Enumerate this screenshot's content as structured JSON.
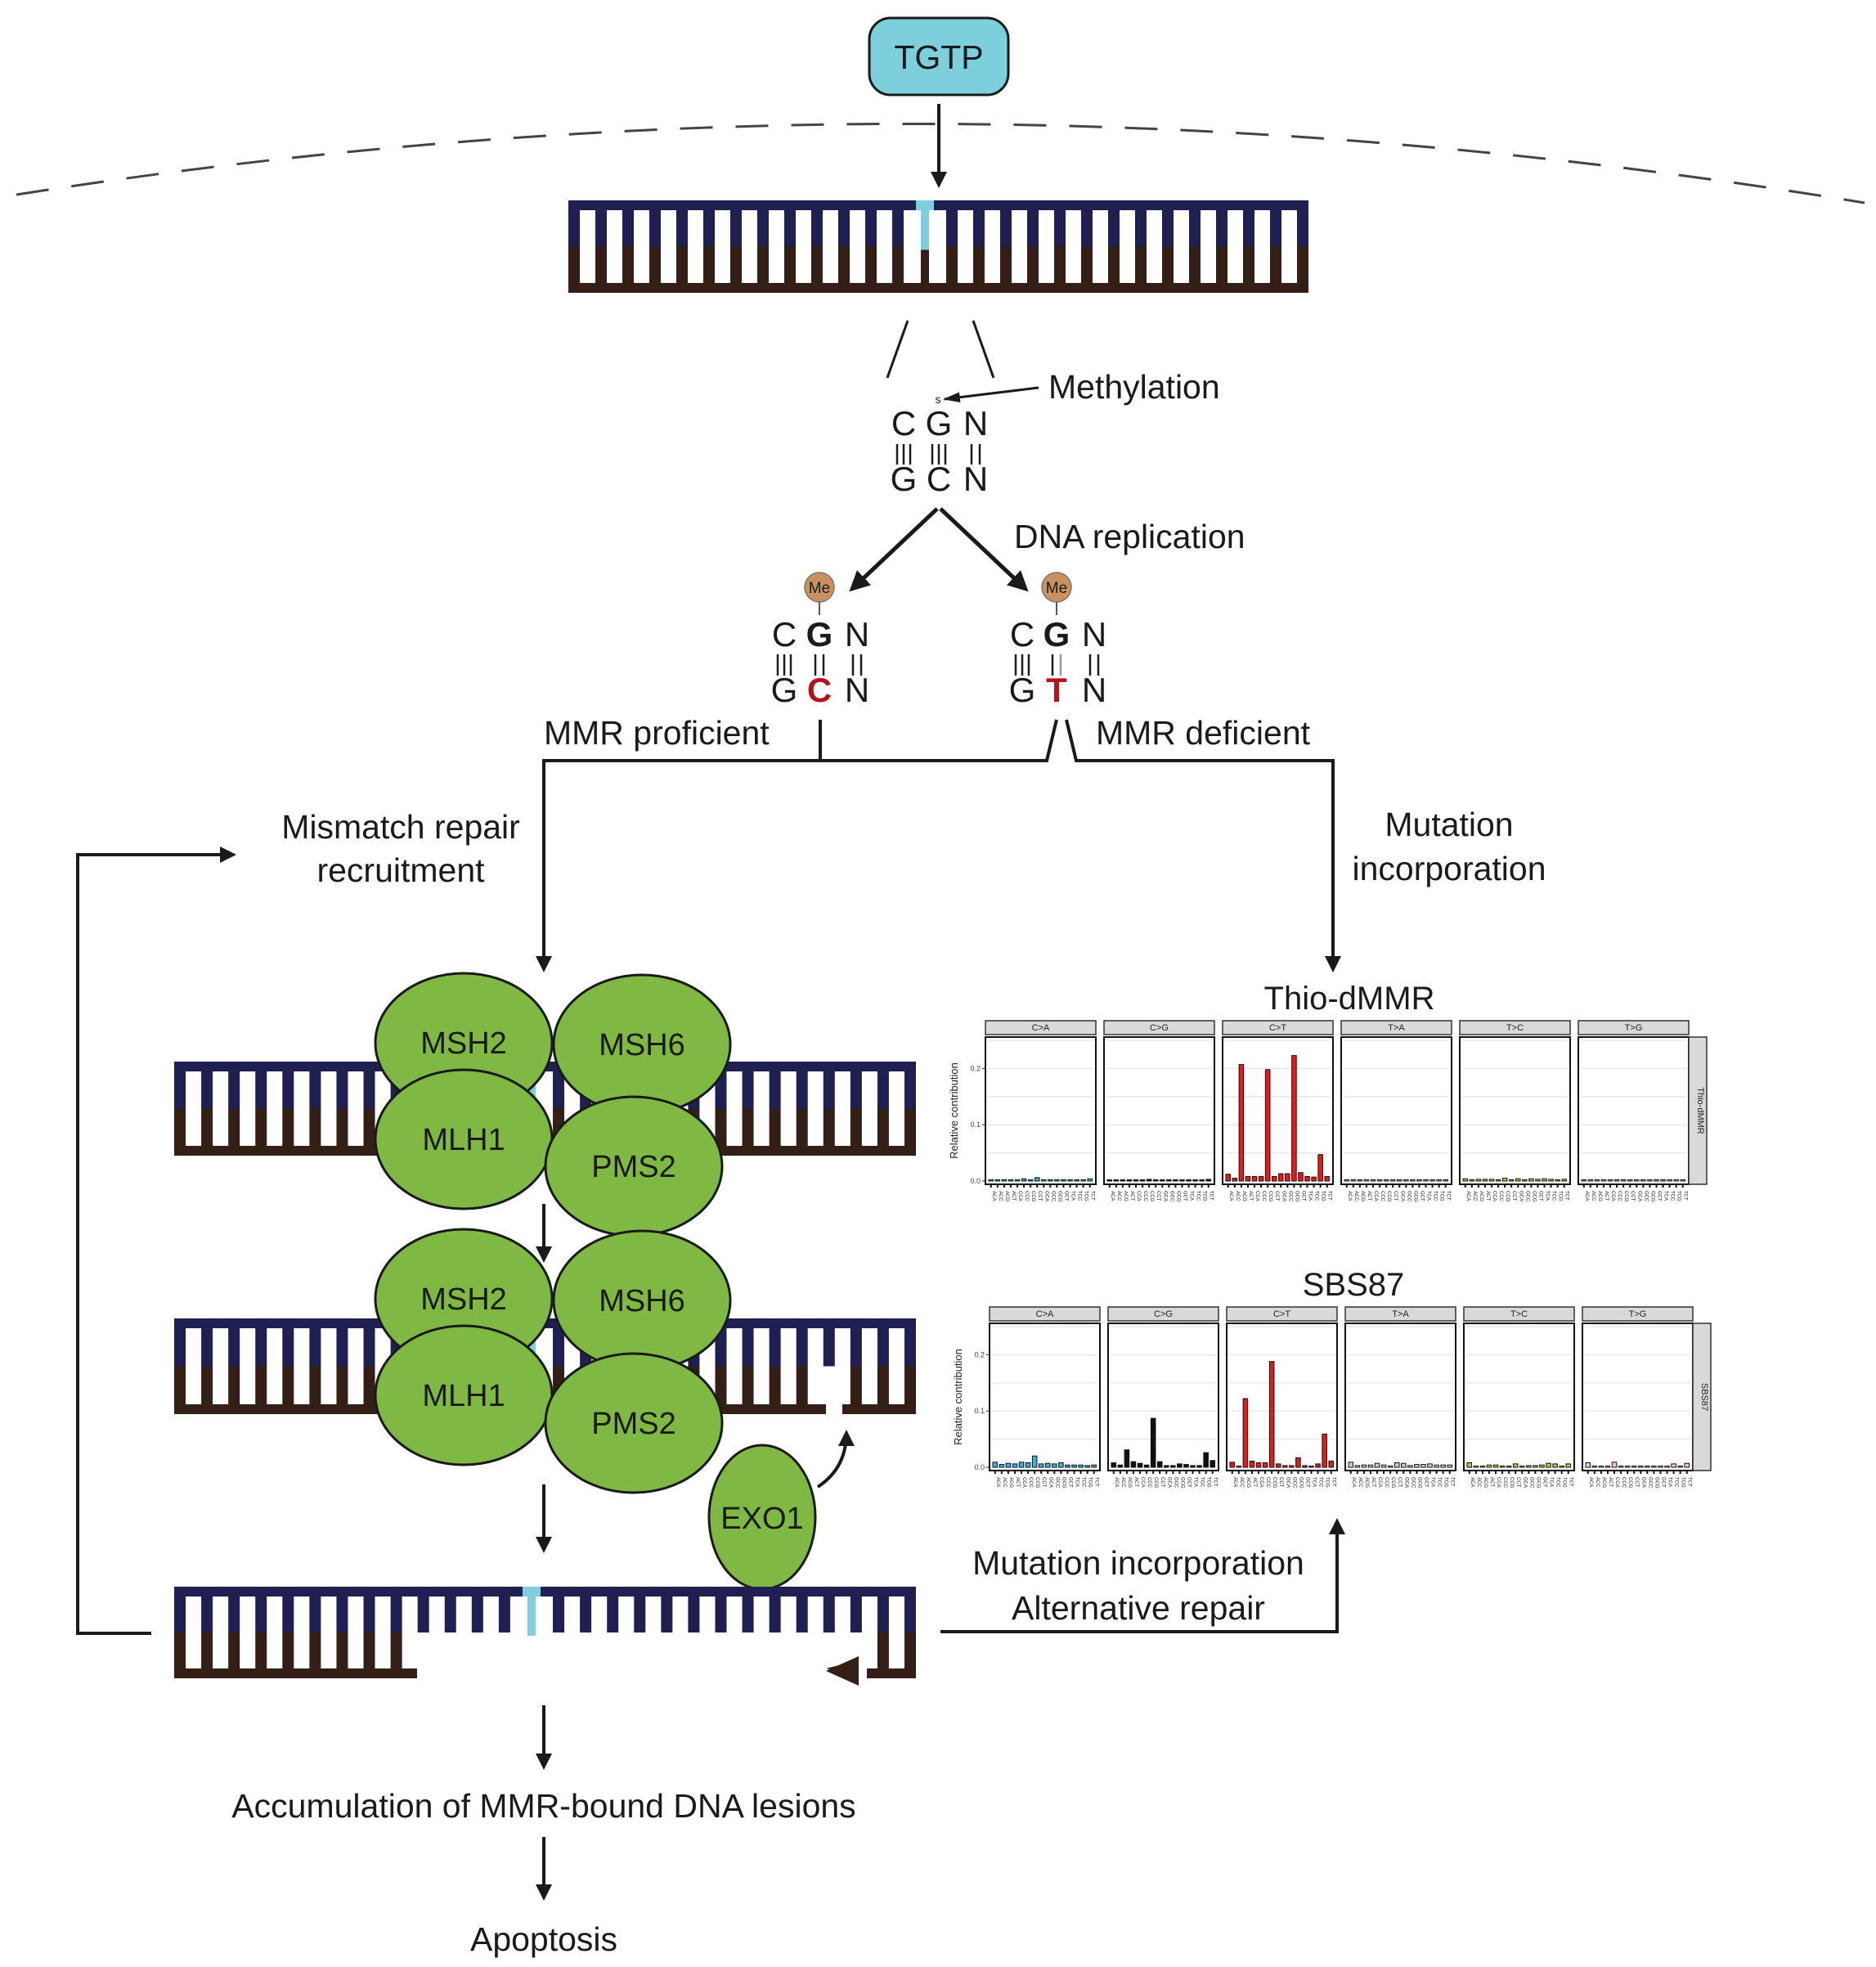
{
  "colors": {
    "tgtp_fill": "#7ecfdc",
    "strand_top": "#1f1f52",
    "strand_bottom": "#341f16",
    "thioguanine": "#7ecfdc",
    "mismatch_red": "#b3121b",
    "protein_green": "#80b844",
    "methyl_tan": "#c9915e",
    "bar_CA": "#3ab1e6",
    "bar_CG": "#111111",
    "bar_CT": "#e41a1c",
    "bar_TA": "#cccccc",
    "bar_TC": "#a3d13c",
    "bar_TG": "#f4c6c6",
    "facet_strip": "#d9d9d9"
  },
  "top": {
    "drug_label": "TGTP",
    "methylation_label": "Methylation",
    "methyl_mark": "s",
    "duplex_top": [
      "C",
      "G",
      "N"
    ],
    "duplex_bottom": [
      "G",
      "C",
      "N"
    ],
    "replication_label": "DNA replication"
  },
  "branches": {
    "left": {
      "methyl": "Me",
      "top": [
        "C",
        "G",
        "N"
      ],
      "bottom": [
        "G",
        "C",
        "N"
      ],
      "label": "MMR proficient"
    },
    "right": {
      "methyl": "Me",
      "top": [
        "C",
        "G",
        "N"
      ],
      "bottom": [
        "G",
        "T",
        "N"
      ],
      "label": "MMR deficient"
    }
  },
  "left_path": {
    "recruit_line1": "Mismatch repair",
    "recruit_line2": "recruitment",
    "complex1": [
      "MSH2",
      "MSH6",
      "MLH1",
      "PMS2"
    ],
    "complex2": [
      "MSH2",
      "MSH6",
      "MLH1",
      "PMS2"
    ],
    "exo": "EXO1",
    "repair_line1": "Mutation incorporation",
    "repair_line2": "Alternative repair",
    "accumulation": "Accumulation of MMR-bound DNA lesions",
    "apoptosis": "Apoptosis"
  },
  "right_path": {
    "mut_line1": "Mutation",
    "mut_line2": "incorporation"
  },
  "chart_data": [
    {
      "type": "bar",
      "title": "Thio-dMMR",
      "row_label": "Thio-dMMR",
      "ylabel": "Relative contribution",
      "ylim": [
        0,
        0.25
      ],
      "yticks": [
        "0.0",
        "0.1",
        "0.2"
      ],
      "grid": true,
      "categories": [
        "ACA",
        "ACC",
        "ACG",
        "ACT",
        "CCA",
        "CCC",
        "CCG",
        "CCT",
        "GCA",
        "GCC",
        "GCG",
        "GCT",
        "TCA",
        "TCC",
        "TCG",
        "TCT"
      ],
      "facets": [
        {
          "name": "C>A",
          "values": [
            0.002,
            0.002,
            0.001,
            0.002,
            0.002,
            0.004,
            0.002,
            0.006,
            0.002,
            0.002,
            0.001,
            0.002,
            0.002,
            0.002,
            0.001,
            0.004
          ]
        },
        {
          "name": "C>G",
          "values": [
            0.001,
            0.002,
            0.002,
            0.002,
            0.001,
            0.001,
            0.003,
            0.001,
            0.001,
            0.002,
            0.001,
            0.001,
            0.002,
            0.001,
            0.001,
            0.003
          ]
        },
        {
          "name": "C>T",
          "values": [
            0.012,
            0.005,
            0.207,
            0.008,
            0.008,
            0.008,
            0.198,
            0.008,
            0.013,
            0.013,
            0.223,
            0.015,
            0.008,
            0.007,
            0.047,
            0.008
          ]
        },
        {
          "name": "T>A",
          "values": [
            0.001,
            0.001,
            0.001,
            0.002,
            0.001,
            0.001,
            0.001,
            0.002,
            0.001,
            0.001,
            0.001,
            0.001,
            0.002,
            0.001,
            0.001,
            0.002
          ]
        },
        {
          "name": "T>C",
          "values": [
            0.004,
            0.002,
            0.003,
            0.003,
            0.003,
            0.002,
            0.005,
            0.002,
            0.004,
            0.002,
            0.004,
            0.003,
            0.004,
            0.003,
            0.002,
            0.003
          ]
        },
        {
          "name": "T>G",
          "values": [
            0.001,
            0.001,
            0.001,
            0.001,
            0.001,
            0.001,
            0.002,
            0.001,
            0.001,
            0.001,
            0.001,
            0.002,
            0.001,
            0.001,
            0.001,
            0.002
          ]
        }
      ]
    },
    {
      "type": "bar",
      "title": "SBS87",
      "row_label": "SBS87",
      "ylabel": "Relative contribution",
      "ylim": [
        0,
        0.25
      ],
      "yticks": [
        "0.0",
        "0.1",
        "0.2"
      ],
      "grid": true,
      "categories": [
        "ACA",
        "ACC",
        "ACG",
        "ACT",
        "CCA",
        "CCC",
        "CCG",
        "CCT",
        "GCA",
        "GCC",
        "GCG",
        "GCT",
        "TCA",
        "TCC",
        "TCG",
        "TCT"
      ],
      "facets": [
        {
          "name": "C>A",
          "values": [
            0.009,
            0.005,
            0.007,
            0.006,
            0.009,
            0.008,
            0.02,
            0.006,
            0.007,
            0.006,
            0.008,
            0.004,
            0.004,
            0.004,
            0.003,
            0.004
          ]
        },
        {
          "name": "C>G",
          "values": [
            0.008,
            0.004,
            0.031,
            0.01,
            0.007,
            0.004,
            0.087,
            0.01,
            0.003,
            0.003,
            0.006,
            0.005,
            0.003,
            0.003,
            0.026,
            0.012
          ]
        },
        {
          "name": "C>T",
          "values": [
            0.009,
            0.002,
            0.122,
            0.011,
            0.008,
            0.008,
            0.188,
            0.006,
            0.003,
            0.003,
            0.017,
            0.003,
            0.002,
            0.006,
            0.059,
            0.011
          ]
        },
        {
          "name": "T>A",
          "values": [
            0.009,
            0.003,
            0.004,
            0.004,
            0.007,
            0.004,
            0.002,
            0.008,
            0.007,
            0.003,
            0.005,
            0.005,
            0.006,
            0.004,
            0.004,
            0.004
          ]
        },
        {
          "name": "T>C",
          "values": [
            0.008,
            0.002,
            0.002,
            0.004,
            0.004,
            0.002,
            0.001,
            0.006,
            0.002,
            0.003,
            0.003,
            0.004,
            0.007,
            0.006,
            0.002,
            0.006
          ]
        },
        {
          "name": "T>G",
          "values": [
            0.008,
            0.001,
            0.001,
            0.001,
            0.009,
            0.001,
            0.001,
            0.001,
            0.002,
            0.001,
            0.001,
            0.001,
            0.001,
            0.006,
            0.001,
            0.007
          ]
        }
      ]
    }
  ]
}
